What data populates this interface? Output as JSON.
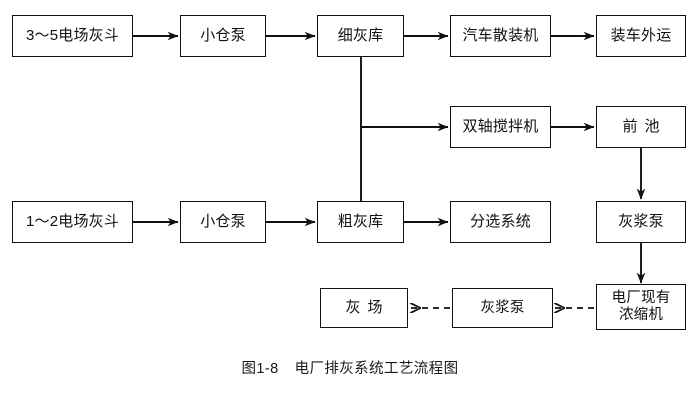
{
  "figure": {
    "caption_number": "图1-8",
    "caption_title": "电厂排灰系统工艺流程图",
    "line_color": "#111111",
    "box_fill": "#ffffff",
    "background": "#ffffff"
  },
  "nodes": {
    "esp_hopper_3_5": "3～5电场灰斗",
    "small_bin_pump_top": "小仓泵",
    "fine_ash_silo": "细灰库",
    "truck_bulk_loader": "汽车散装机",
    "truck_outbound": "装车外运",
    "twin_shaft_mixer": "双轴搅拌机",
    "front_pool": "前池",
    "esp_hopper_1_2": "1～2电场灰斗",
    "small_bin_pump_bottom": "小仓泵",
    "coarse_ash_silo": "粗灰库",
    "separation_system": "分选系统",
    "slurry_pump_right": "灰浆泵",
    "existing_thickener": "电厂现有\n浓缩机",
    "slurry_pump_bottom": "灰浆泵",
    "ash_yard": "灰场"
  },
  "edges": [
    {
      "from": "3～5电场灰斗",
      "to": "小仓泵",
      "style": "solid"
    },
    {
      "from": "小仓泵",
      "to": "细灰库",
      "style": "solid"
    },
    {
      "from": "细灰库",
      "to": "汽车散装机",
      "style": "solid"
    },
    {
      "from": "汽车散装机",
      "to": "装车外运",
      "style": "solid"
    },
    {
      "from": "细灰库",
      "to": "双轴搅拌机",
      "style": "solid"
    },
    {
      "from": "双轴搅拌机",
      "to": "前池",
      "style": "solid"
    },
    {
      "from": "前池",
      "to": "灰浆泵",
      "style": "solid"
    },
    {
      "from": "灰浆泵",
      "to": "电厂现有浓缩机",
      "style": "solid"
    },
    {
      "from": "1～2电场灰斗",
      "to": "小仓泵",
      "style": "solid"
    },
    {
      "from": "小仓泵",
      "to": "粗灰库",
      "style": "solid"
    },
    {
      "from": "粗灰库",
      "to": "分选系统",
      "style": "solid"
    },
    {
      "from": "细灰库",
      "to": "粗灰库",
      "style": "solid-vertical"
    },
    {
      "from": "电厂现有浓缩机",
      "to": "灰浆泵",
      "style": "dashed"
    },
    {
      "from": "灰浆泵",
      "to": "灰场",
      "style": "dashed"
    }
  ]
}
